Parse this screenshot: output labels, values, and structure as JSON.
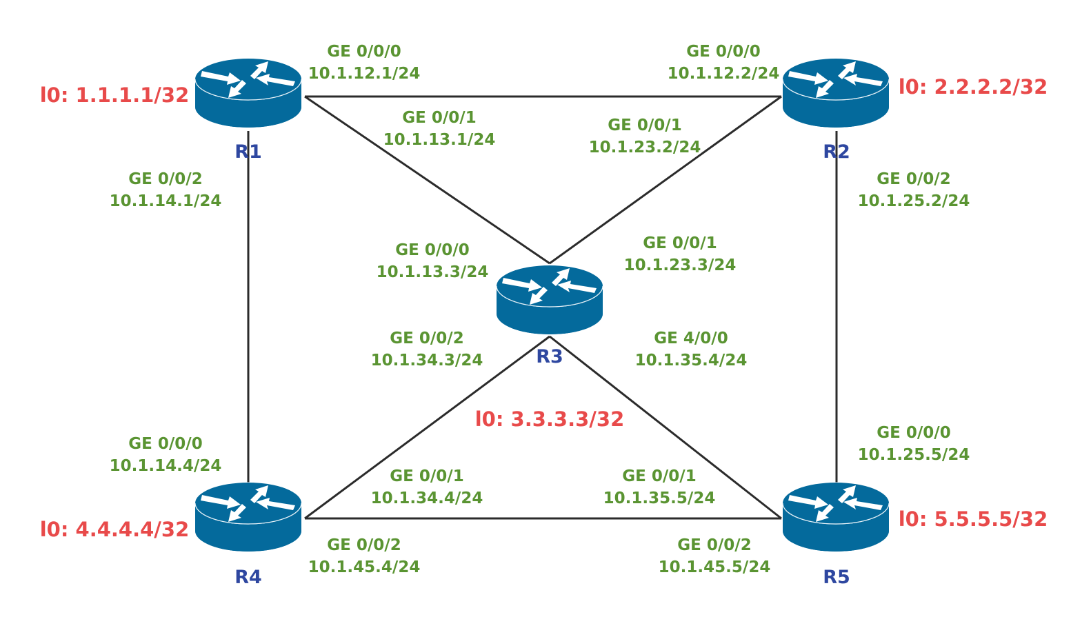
{
  "diagram_title": "",
  "colors": {
    "router_body": "#046a9c",
    "router_top": "#0a75aa",
    "interface_label": "#5a9432",
    "loopback_label": "#e84a4a",
    "router_name": "#2e47a0",
    "link": "#2b2b2b"
  },
  "routers": [
    {
      "id": "R1",
      "name": "R1",
      "loopback": "l0: 1.1.1.1/32"
    },
    {
      "id": "R2",
      "name": "R2",
      "loopback": "l0: 2.2.2.2/32"
    },
    {
      "id": "R3",
      "name": "R3",
      "loopback": "l0: 3.3.3.3/32"
    },
    {
      "id": "R4",
      "name": "R4",
      "loopback": "l0: 4.4.4.4/32"
    },
    {
      "id": "R5",
      "name": "R5",
      "loopback": "l0: 5.5.5.5/32"
    }
  ],
  "links": [
    {
      "from": "R1",
      "to": "R2"
    },
    {
      "from": "R1",
      "to": "R3"
    },
    {
      "from": "R2",
      "to": "R3"
    },
    {
      "from": "R1",
      "to": "R4"
    },
    {
      "from": "R2",
      "to": "R5"
    },
    {
      "from": "R3",
      "to": "R4"
    },
    {
      "from": "R3",
      "to": "R5"
    },
    {
      "from": "R4",
      "to": "R5"
    }
  ],
  "interfaces": {
    "r1_ge000": {
      "port": "GE 0/0/0",
      "ip": "10.1.12.1/24"
    },
    "r1_ge001": {
      "port": "GE 0/0/1",
      "ip": "10.1.13.1/24"
    },
    "r1_ge002": {
      "port": "GE 0/0/2",
      "ip": "10.1.14.1/24"
    },
    "r2_ge000": {
      "port": "GE 0/0/0",
      "ip": "10.1.12.2/24"
    },
    "r2_ge001": {
      "port": "GE 0/0/1",
      "ip": "10.1.23.2/24"
    },
    "r2_ge002": {
      "port": "GE 0/0/2",
      "ip": "10.1.25.2/24"
    },
    "r3_ge000": {
      "port": "GE 0/0/0",
      "ip": "10.1.13.3/24"
    },
    "r3_ge001": {
      "port": "GE 0/0/1",
      "ip": "10.1.23.3/24"
    },
    "r3_ge002": {
      "port": "GE 0/0/2",
      "ip": "10.1.34.3/24"
    },
    "r3_ge400": {
      "port": "GE 4/0/0",
      "ip": "10.1.35.4/24"
    },
    "r4_ge000": {
      "port": "GE 0/0/0",
      "ip": "10.1.14.4/24"
    },
    "r4_ge001": {
      "port": "GE 0/0/1",
      "ip": "10.1.34.4/24"
    },
    "r4_ge002": {
      "port": "GE 0/0/2",
      "ip": "10.1.45.4/24"
    },
    "r5_ge000": {
      "port": "GE 0/0/0",
      "ip": "10.1.25.5/24"
    },
    "r5_ge001": {
      "port": "GE 0/0/1",
      "ip": "10.1.35.5/24"
    },
    "r5_ge002": {
      "port": "GE 0/0/2",
      "ip": "10.1.45.5/24"
    }
  }
}
